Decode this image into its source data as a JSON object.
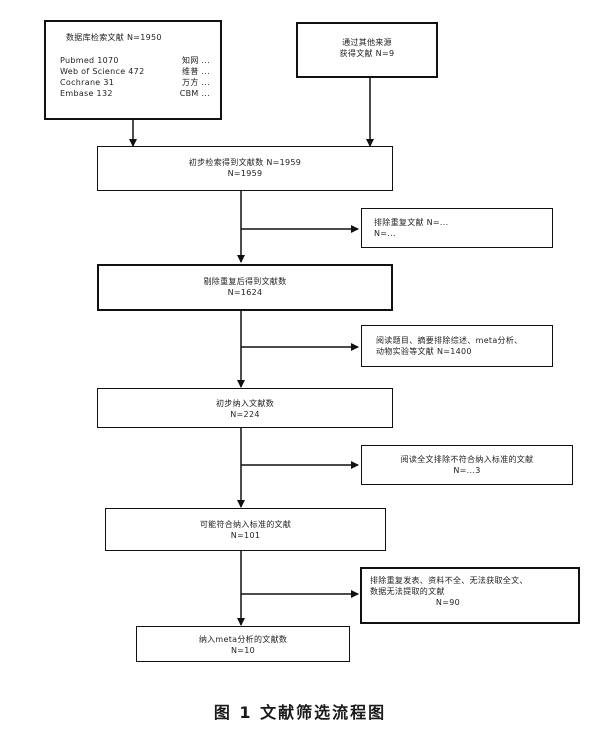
{
  "boxes": {
    "db_search": {
      "title": "数据库检索文献 N=1950",
      "rows": [
        {
          "source": "Pubmed 1070",
          "count": "知网 ..."
        },
        {
          "source": "Web of Science 472",
          "count": "维普 ..."
        },
        {
          "source": "Cochrane 31",
          "count": "万方 ..."
        },
        {
          "source": "Embase 132",
          "count": "CBM ..."
        }
      ]
    },
    "other_sources": {
      "lines": [
        "通过其他来源",
        "获得文献 N=9"
      ]
    },
    "initial_pool": {
      "lines": [
        "初步检索得到文献数 N=1959",
        "N=1959"
      ]
    },
    "excluded_1": {
      "lines": [
        "排除重复文献 N=...",
        "N=..."
      ]
    },
    "after_dedup": {
      "lines": [
        "剔除重复后得到文献数",
        "N=1624"
      ]
    },
    "excluded_2": {
      "lines": [
        "阅读题目、摘要排除综述、meta分析、",
        "动物实验等文献 N=1400"
      ]
    },
    "after_screen": {
      "lines": [
        "初步纳入文献数",
        "N=224"
      ]
    },
    "excluded_3": {
      "lines": [
        "阅读全文排除不符合纳入标准的文献",
        "N=...3"
      ]
    },
    "fulltext": {
      "lines": [
        "可能符合纳入标准的文献",
        "N=101"
      ]
    },
    "excluded_4": {
      "lines": [
        "排除重复发表、资料不全、无法获取全文、",
        "数据无法提取的文献",
        "N=90"
      ]
    },
    "final": {
      "lines": [
        "纳入meta分析的文献数",
        "N=10"
      ]
    }
  },
  "caption": "图 1  文献筛选流程图"
}
